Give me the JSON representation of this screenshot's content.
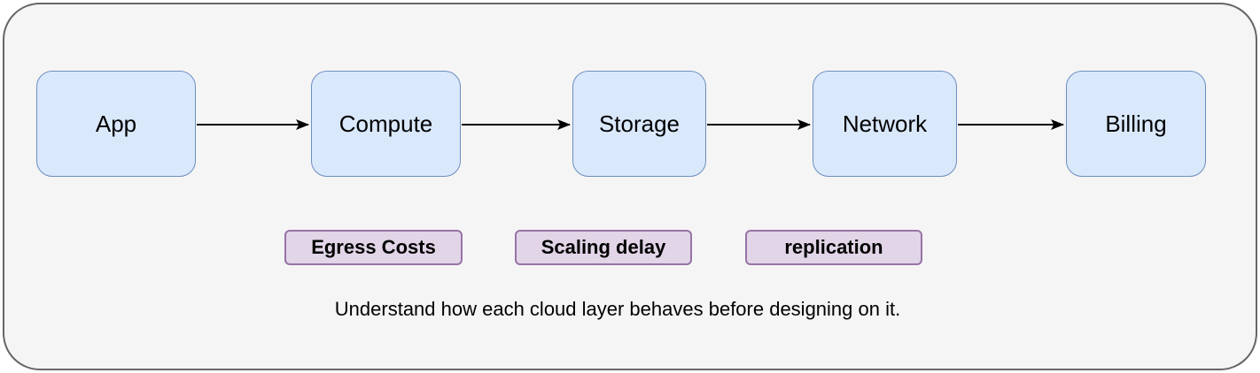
{
  "diagram": {
    "nodes": [
      {
        "id": "app",
        "label": "App"
      },
      {
        "id": "compute",
        "label": "Compute"
      },
      {
        "id": "storage",
        "label": "Storage"
      },
      {
        "id": "network",
        "label": "Network"
      },
      {
        "id": "billing",
        "label": "Billing"
      }
    ],
    "arrows": [
      {
        "from": "app",
        "to": "compute"
      },
      {
        "from": "compute",
        "to": "storage"
      },
      {
        "from": "storage",
        "to": "network"
      },
      {
        "from": "network",
        "to": "billing"
      }
    ],
    "annotations": [
      {
        "label": "Egress Costs"
      },
      {
        "label": "Scaling delay"
      },
      {
        "label": "replication"
      }
    ],
    "caption": "Understand how each cloud layer behaves before designing on it."
  },
  "colors": {
    "node_fill": "#dae8fc",
    "node_border": "#6c8ebf",
    "annotation_fill": "#e1d5e7",
    "annotation_border": "#9673a6",
    "container_fill": "#f5f5f5",
    "container_border": "#666666",
    "arrow": "#000000",
    "text": "#000000"
  }
}
